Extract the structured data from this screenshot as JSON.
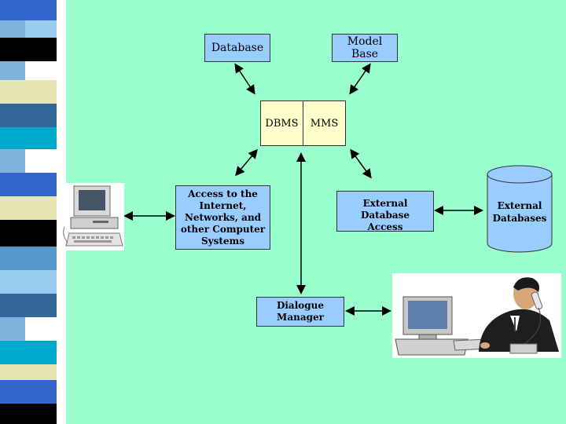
{
  "colors": {
    "background": "#99ffcc",
    "box_blue": "#99ccff",
    "box_yellow": "#ffffcc",
    "sidebar": [
      "#3366cc",
      "#5599cc",
      "#99ccee",
      "#000000",
      "#e6e6b3",
      "#336699",
      "#ffffff"
    ]
  },
  "diagram": {
    "database": "Database",
    "model_base": "Model Base",
    "dbms": "DBMS",
    "mms": "MMS",
    "internet_access": "Access to the Internet, Networks, and other Computer Systems",
    "external_db_access": "External Database Access",
    "external_databases": "External Databases",
    "dialogue_manager": "Dialogue Manager"
  },
  "icons": [
    "desktop-computer-icon",
    "person-at-computer-icon",
    "database-cylinder-icon"
  ]
}
